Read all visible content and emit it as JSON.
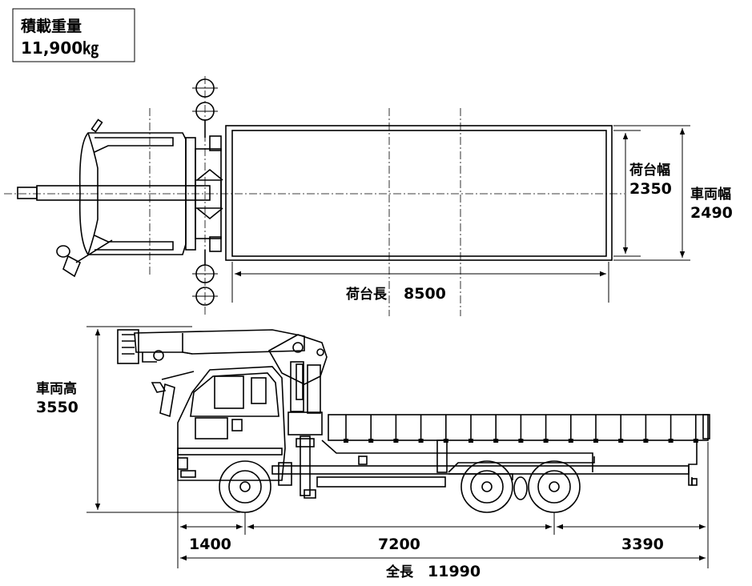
{
  "payload": {
    "label": "積載重量",
    "value": "11,900㎏"
  },
  "top_view": {
    "bed_width_label": "荷台幅",
    "bed_width_value": "2350",
    "vehicle_width_label": "車両幅",
    "vehicle_width_value": "2490",
    "bed_length_label": "荷台長",
    "bed_length_value": "8500"
  },
  "side_view": {
    "height_label": "車両高",
    "height_value": "3550",
    "front_overhang": "1400",
    "wheelbase": "7200",
    "rear_overhang": "3390",
    "overall_length_label": "全長",
    "overall_length_value": "11990"
  }
}
